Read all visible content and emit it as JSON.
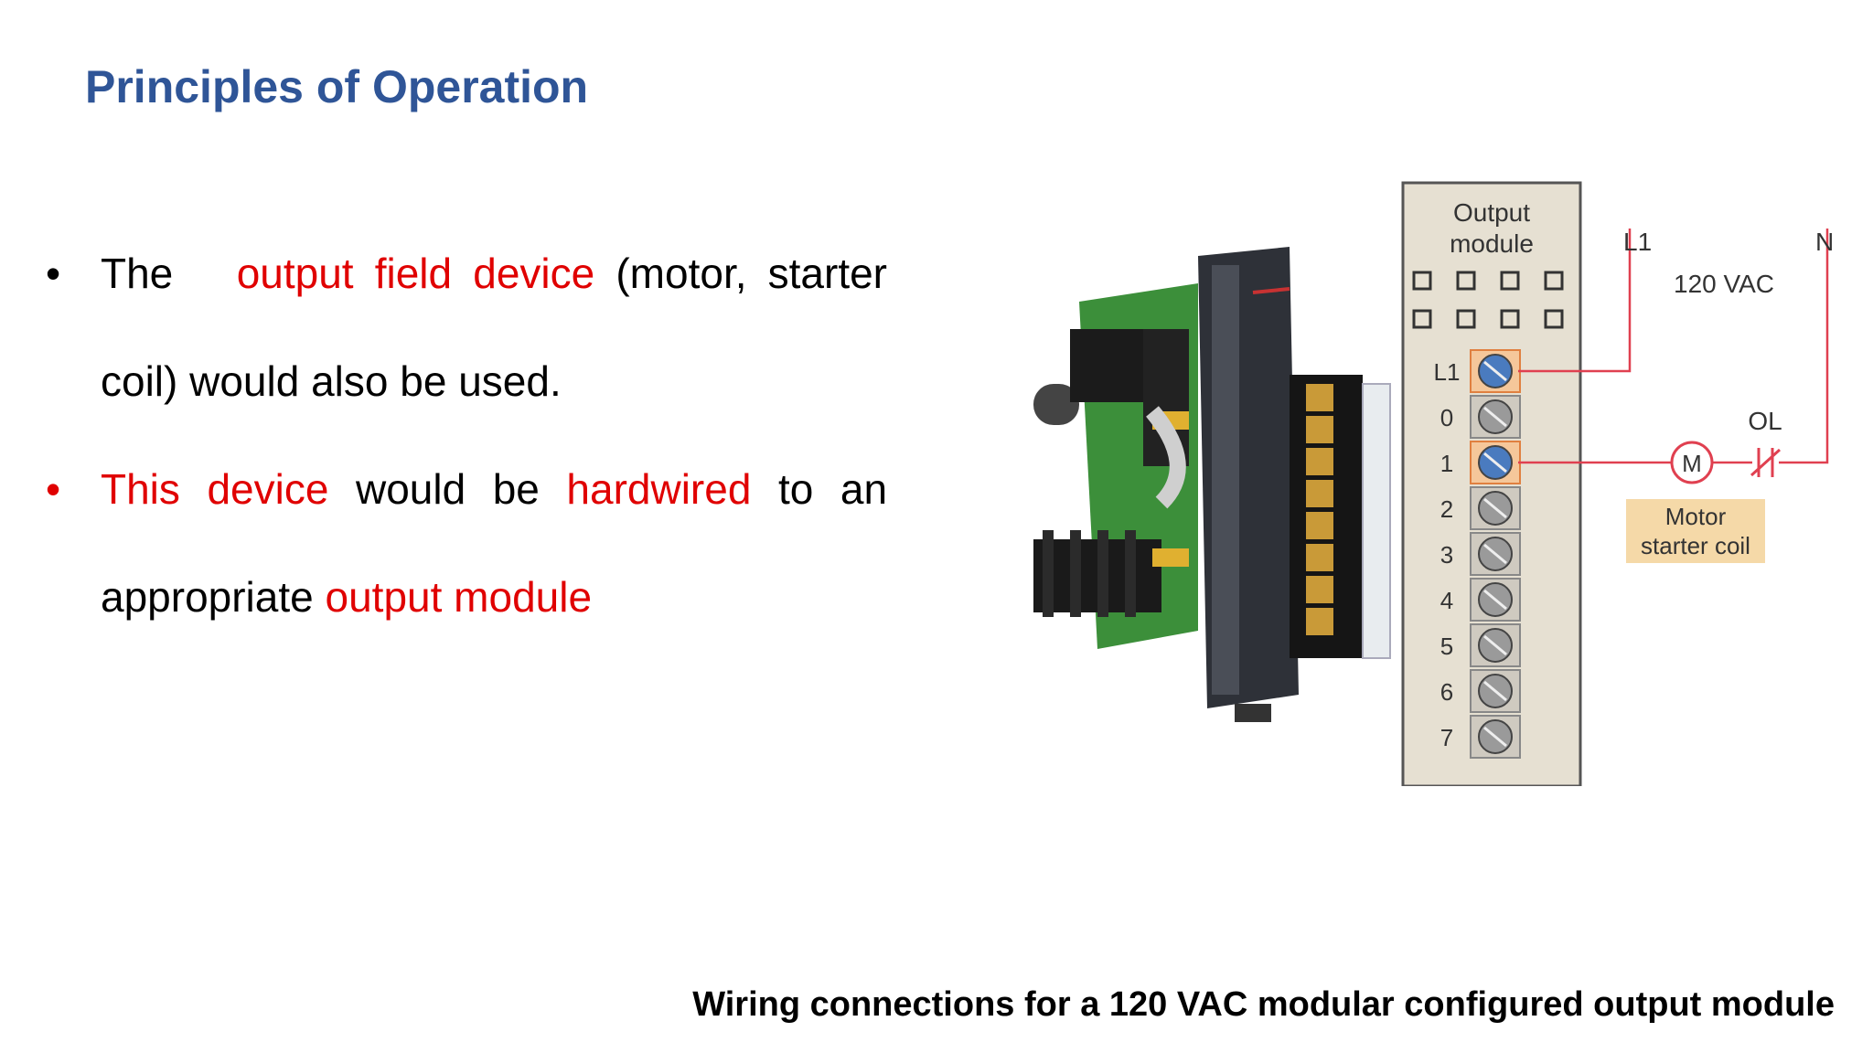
{
  "title": "Principles of Operation",
  "bullets": [
    {
      "marker": "•",
      "marker_color": "#000000",
      "parts": [
        "The",
        "output field device",
        "(motor, starter",
        "coil) would also be used."
      ]
    },
    {
      "marker": "•",
      "marker_color": "#e00000",
      "parts": [
        "This device",
        "would be",
        "hardwired",
        "to an",
        "appropriate",
        "output module"
      ]
    }
  ],
  "diagram": {
    "module_title_line1": "Output",
    "module_title_line2": "module",
    "terminal_labels": [
      "L1",
      "0",
      "1",
      "2",
      "3",
      "4",
      "5",
      "6",
      "7"
    ],
    "l1_label": "L1",
    "n_label": "N",
    "voltage_label": "120 VAC",
    "ol_label": "OL",
    "motor_symbol": "M",
    "coil_label_line1": "Motor",
    "coil_label_line2": "starter coil"
  },
  "photo": {
    "icon": "plc-output-module-photo"
  },
  "caption": "Wiring connections for a 120 VAC modular configured output module",
  "colors": {
    "title": "#2f5597",
    "highlight": "#e00000",
    "wire": "#e04050",
    "panel": "#e6e0d2",
    "coil_box": "#f5d9a8"
  }
}
